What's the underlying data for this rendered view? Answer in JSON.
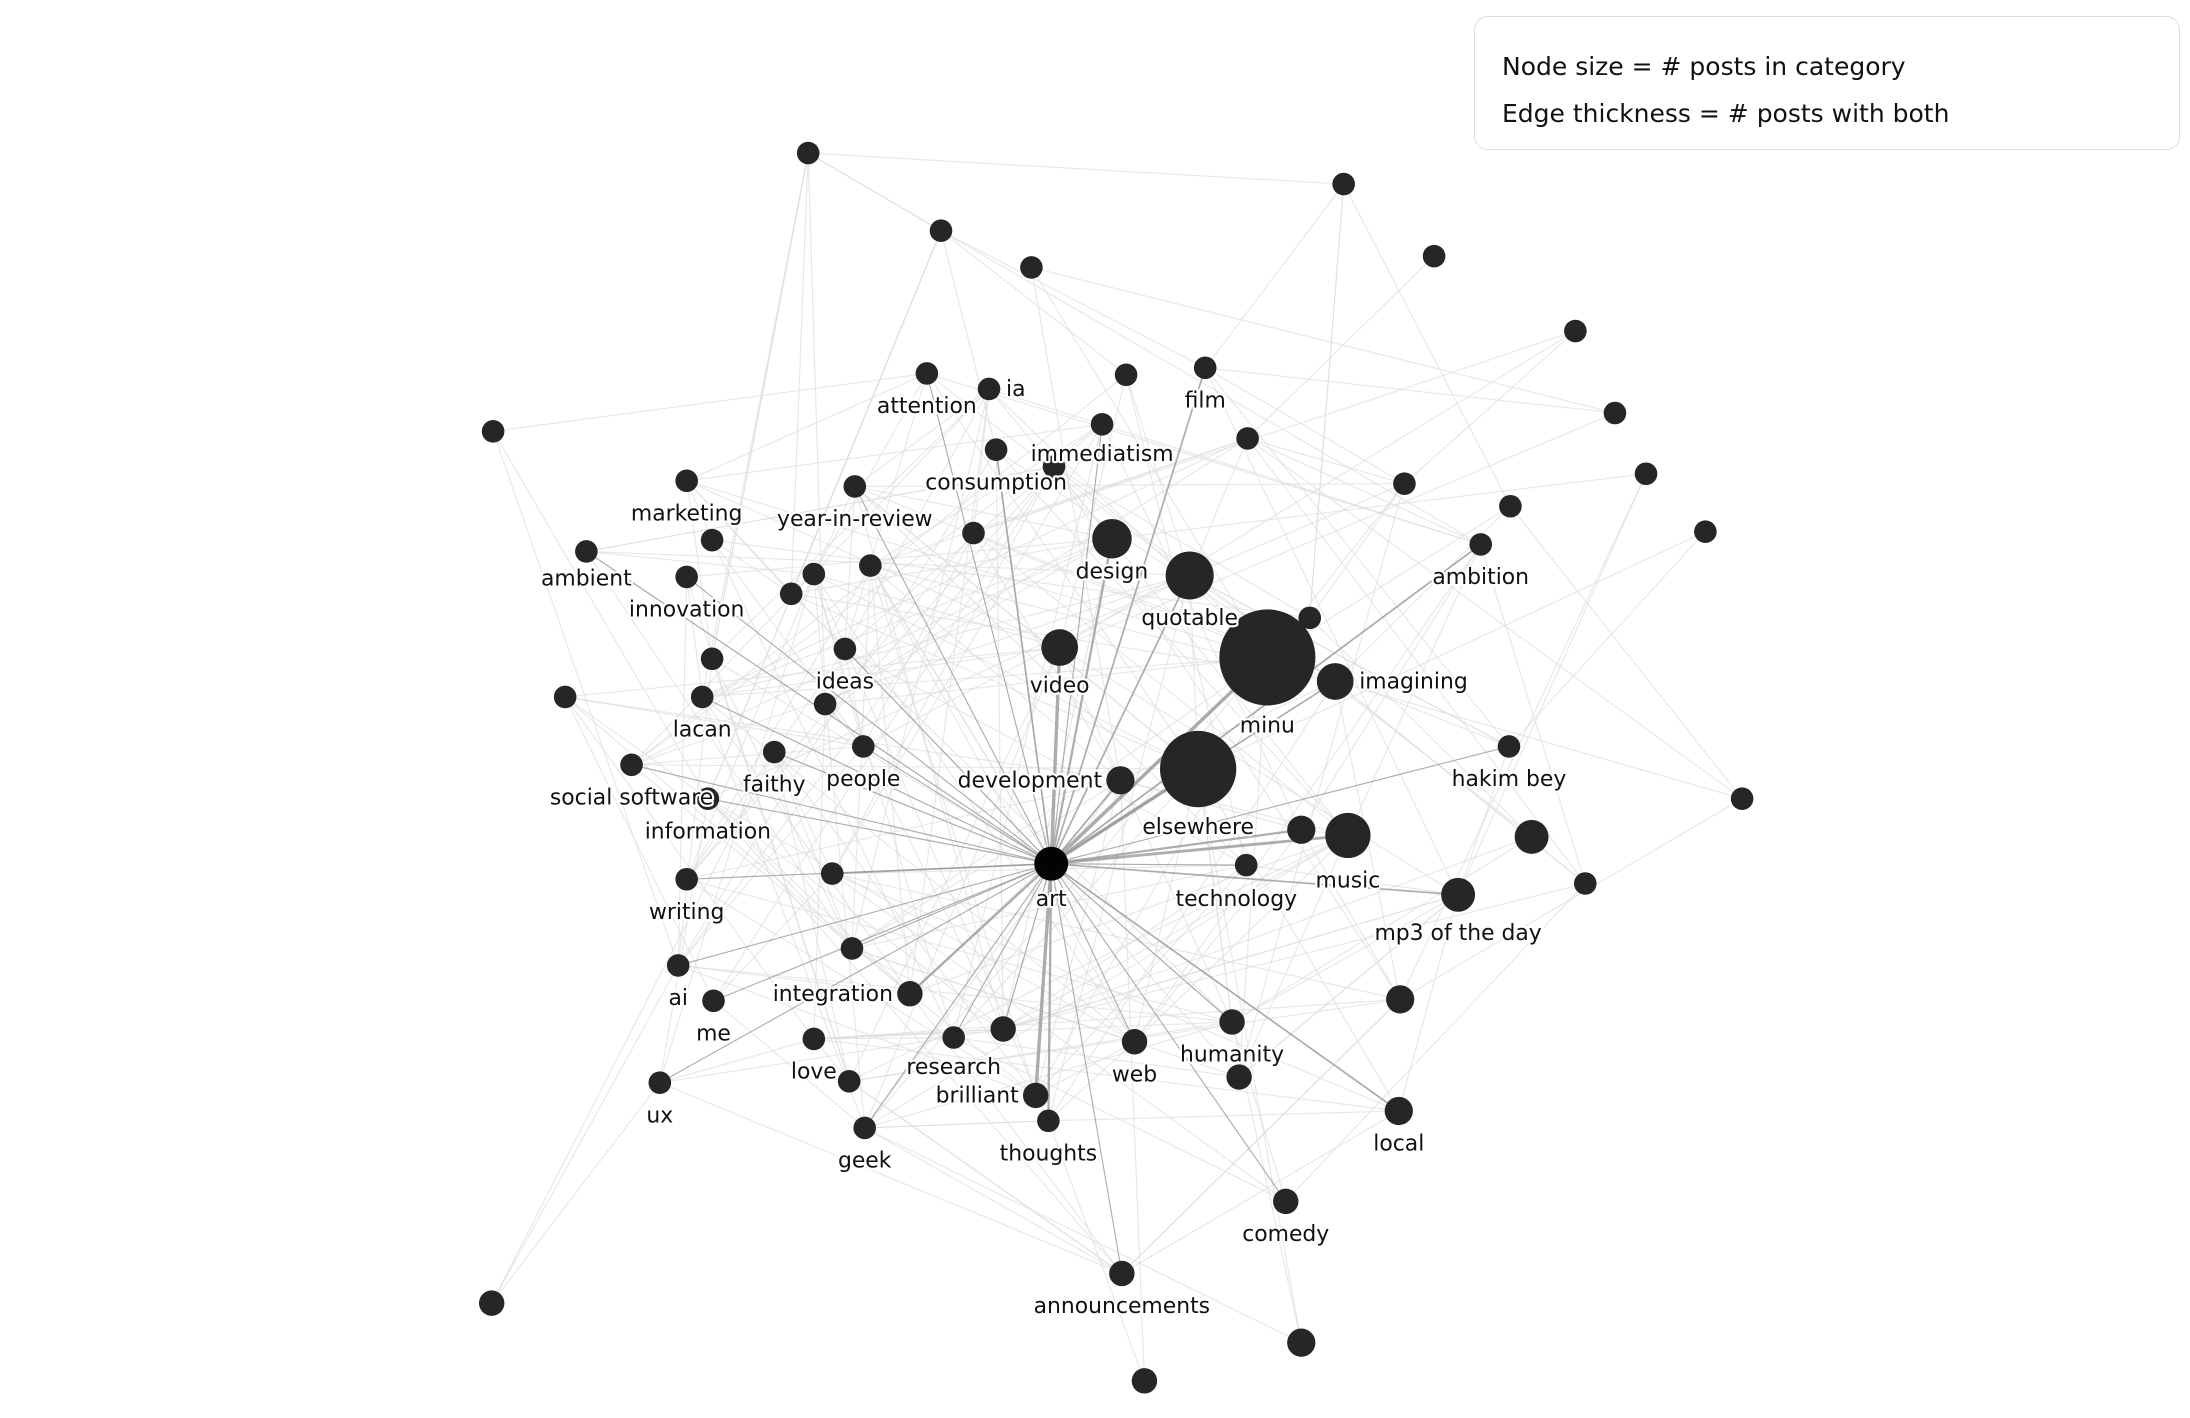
{
  "legend": {
    "node_size": "Node size = # posts in category",
    "edge_thickness": "Edge thickness = # posts with both"
  },
  "labels": {
    "art": "art",
    "minu": "minu",
    "elsewhere": "elsewhere",
    "technology": "technology",
    "music": "music",
    "design": "design",
    "quotable": "quotable",
    "imagining": "imagining",
    "video": "video",
    "development": "development",
    "mp3": "mp3 of the day",
    "attention": "attention",
    "ia": "ia",
    "immediatism": "immediatism",
    "consumption": "consumption",
    "film": "film",
    "marketing": "marketing",
    "year_in_review": "year-in-review",
    "ambient": "ambient",
    "innovation": "innovation",
    "ideas": "ideas",
    "lacan": "lacan",
    "faithy": "faithy",
    "people": "people",
    "social_software": "social software",
    "information": "information",
    "writing": "writing",
    "ai": "ai",
    "me": "me",
    "ux": "ux",
    "love": "love",
    "geek": "geek",
    "integration": "integration",
    "research": "research",
    "brilliant": "brilliant",
    "thoughts": "thoughts",
    "web": "web",
    "humanity": "humanity",
    "local": "local",
    "comedy": "comedy",
    "announcements": "announcements",
    "hakim_bey": "hakim bey",
    "ambition": "ambition"
  },
  "colors": {
    "node": "#222222",
    "hub": "#000000",
    "edge": "#999999",
    "faint_edge": "#dddddd"
  }
}
